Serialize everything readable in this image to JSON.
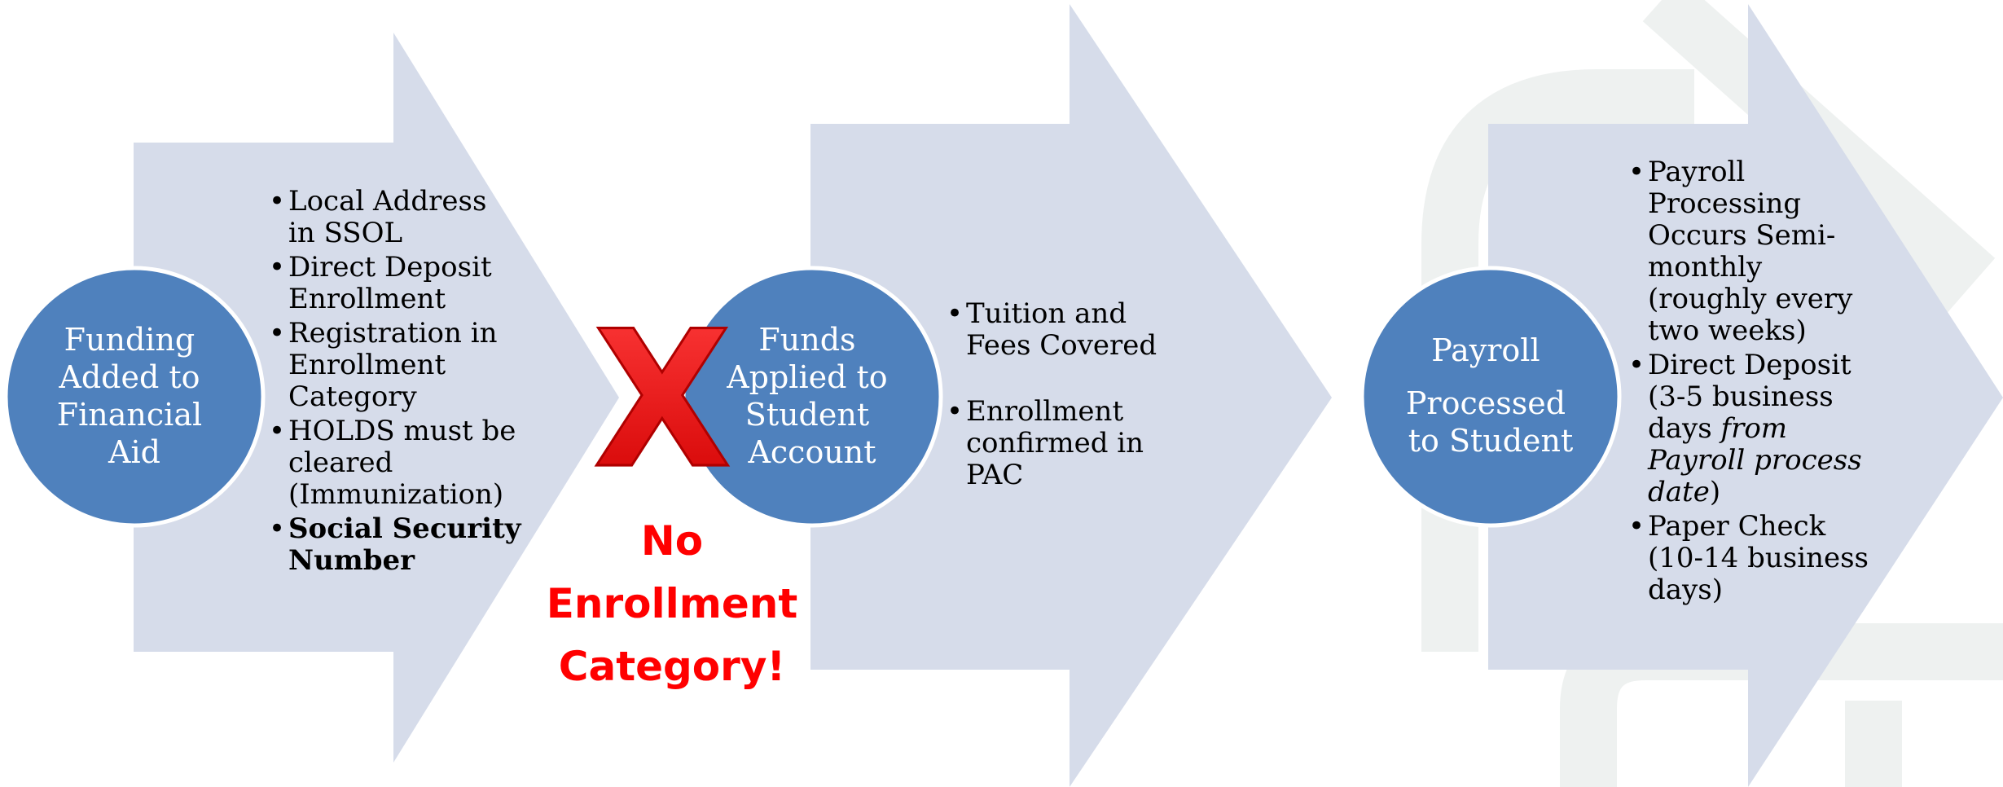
{
  "stages": [
    {
      "circle_lines": [
        "Funding",
        "Added to",
        "Financial",
        "Aid"
      ],
      "bullets": [
        {
          "text": "Local Address in SSOL"
        },
        {
          "text": "Direct Deposit Enrollment"
        },
        {
          "text": "Registration in Enrollment Category"
        },
        {
          "text": "HOLDS must be cleared (Immunization)"
        },
        {
          "text": "Social Security Number",
          "bold": true
        }
      ]
    },
    {
      "circle_lines": [
        "Funds",
        "Applied to",
        "Student",
        "Account"
      ],
      "bullets": [
        {
          "text": "Tuition and Fees Covered"
        },
        {
          "text": "Enrollment confirmed in PAC"
        }
      ]
    },
    {
      "circle_lines": [
        "Payroll",
        "Processed",
        "to Student"
      ],
      "bullets": [
        {
          "text": "Payroll Processing Occurs Semi-monthly (roughly every two weeks)"
        },
        {
          "before": "Direct Deposit (3-5 business days ",
          "italic": "from Payroll process date",
          "after": ")"
        },
        {
          "text": "Paper Check (10-14 business days)"
        }
      ]
    }
  ],
  "warning": {
    "mark": "X",
    "lines": [
      "No",
      "Enrollment",
      "Category!"
    ]
  },
  "colors": {
    "arrow_fill": "#d6dcea",
    "circle_fill": "#4f81bd",
    "circle_stroke": "#ffffff",
    "circle_text": "#ffffff",
    "bullet_text": "#000000",
    "warning_red": "#ff0000",
    "x_mark_red": "#ee1111",
    "background_watermark": "#eef1f0"
  }
}
